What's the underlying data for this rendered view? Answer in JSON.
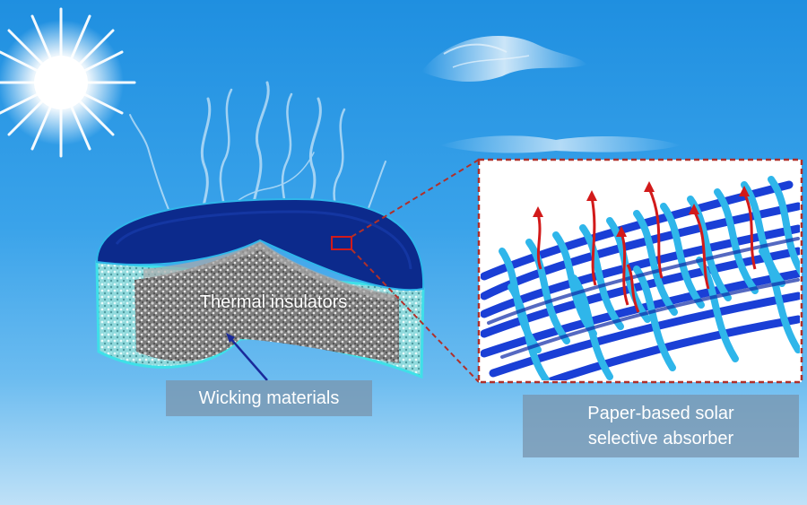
{
  "labels": {
    "thermal_insulators": "Thermal insulators",
    "wicking_materials": "Wicking materials",
    "paper_absorber_line1": "Paper-based solar",
    "paper_absorber_line2": "selective absorber"
  },
  "colors": {
    "sky_top": "#1f8fe0",
    "sky_bottom": "#bfe1f7",
    "absorber_navy": "#0c2a8c",
    "wicking_cyan": "#3fe0e8",
    "insulator_gray": "#8a8a8a",
    "inset_border_red": "#b0302a",
    "arrow_red": "#d21a1a",
    "fiber_light": "#2fb6ea",
    "fiber_dark": "#1a3fd6"
  }
}
